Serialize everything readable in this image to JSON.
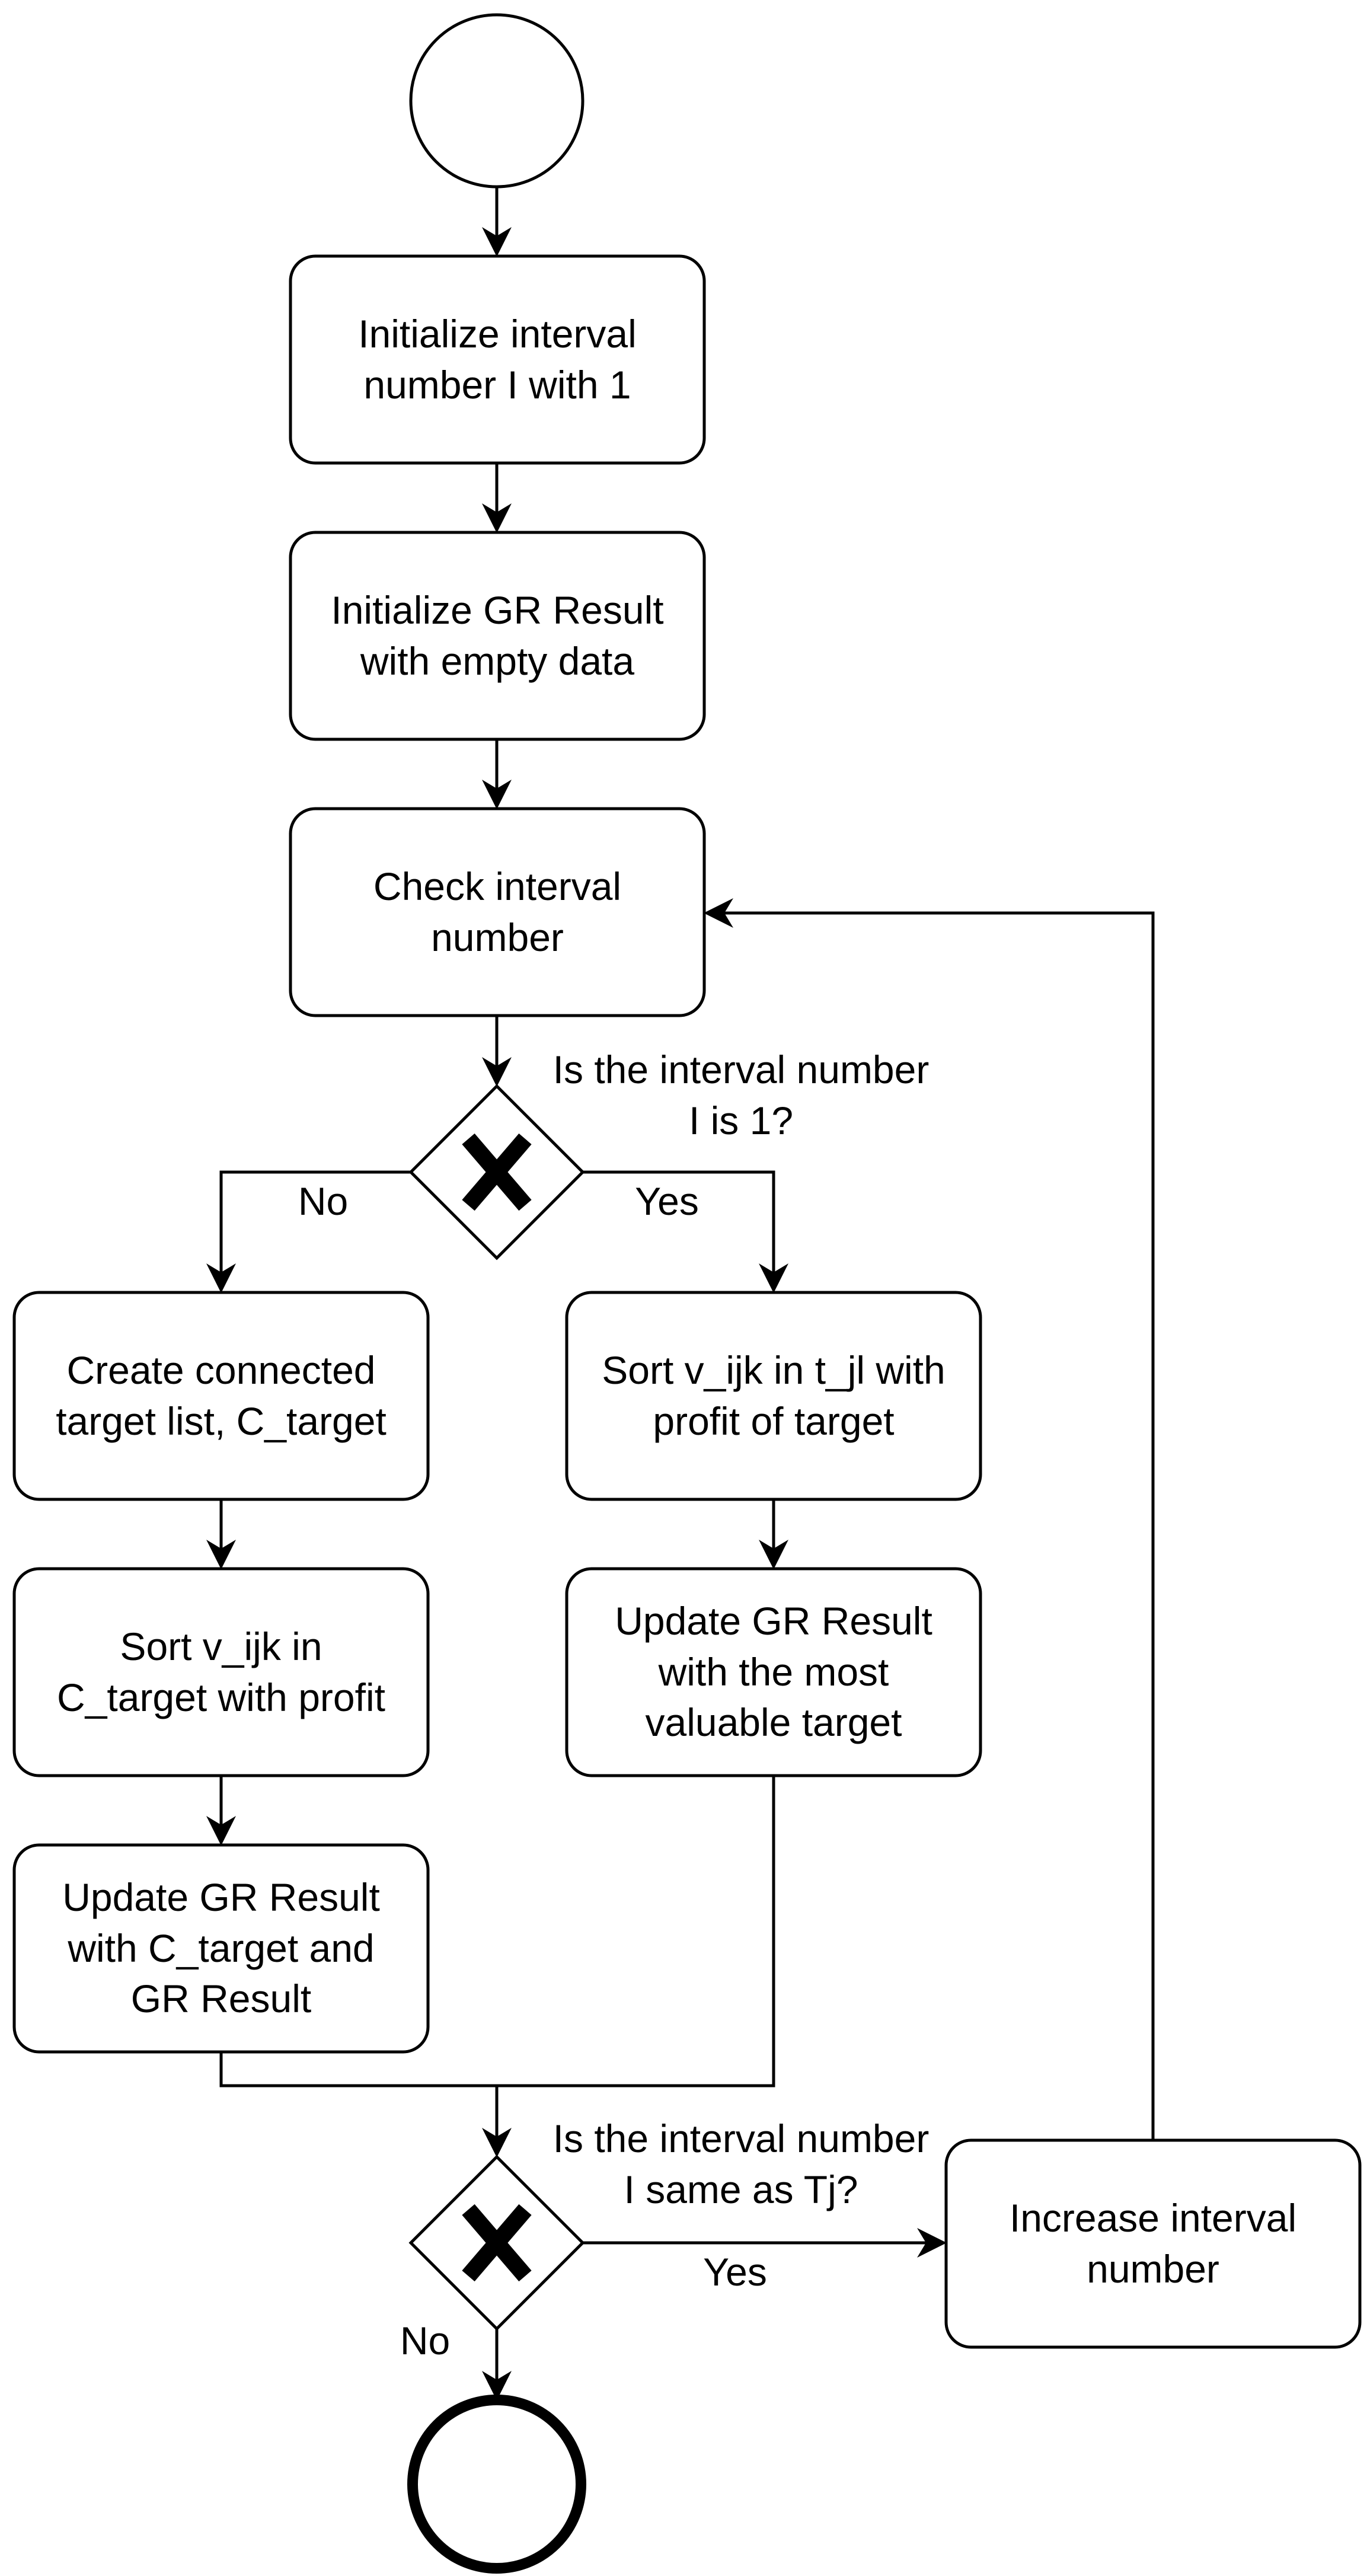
{
  "nodes": {
    "start": {
      "label": ""
    },
    "init_interval": {
      "label": "Initialize interval\nnumber I with 1"
    },
    "init_result": {
      "label": "Initialize GR Result\nwith empty data"
    },
    "check_interval": {
      "label": "Check interval\nnumber"
    },
    "create_target_list": {
      "label": "Create connected\ntarget list, C_target"
    },
    "sort_c_target": {
      "label": "Sort v_ijk in\nC_target with profit"
    },
    "update_c_target": {
      "label": "Update GR Result\nwith C_target and\nGR Result"
    },
    "sort_t_jl": {
      "label": "Sort v_ijk in t_jl with\nprofit of target"
    },
    "update_most_valuable": {
      "label": "Update GR Result\nwith the most\nvaluable target"
    },
    "increase_interval": {
      "label": "Increase interval\nnumber"
    },
    "end": {
      "label": ""
    }
  },
  "gateways": {
    "first_interval": {
      "question": "Is the interval number\nI is 1?",
      "no_label": "No",
      "yes_label": "Yes"
    },
    "last_interval": {
      "question": "Is the interval number\nI same as Tj?",
      "no_label": "No",
      "yes_label": "Yes"
    }
  }
}
